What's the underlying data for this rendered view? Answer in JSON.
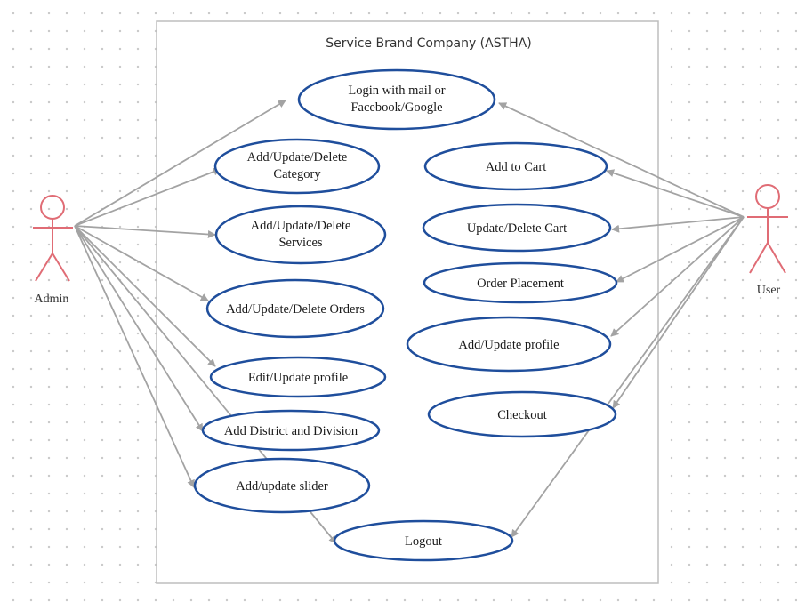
{
  "system": {
    "title": "Service Brand Company (ASTHA)"
  },
  "colors": {
    "usecase_stroke": "#1f4e9c",
    "actor_stroke": "#e06c75",
    "connector": "#a3a3a3"
  },
  "actors": {
    "admin": {
      "label": "Admin"
    },
    "user": {
      "label": "User"
    }
  },
  "use_cases": {
    "login": [
      "Login with mail or",
      "Facebook/Google"
    ],
    "category": [
      "Add/Update/Delete",
      "Category"
    ],
    "services": [
      "Add/Update/Delete",
      "Services"
    ],
    "orders": [
      "Add/Update/Delete Orders"
    ],
    "admin_profile": [
      "Edit/Update profile"
    ],
    "district": [
      "Add District and Division"
    ],
    "slider": [
      "Add/update slider"
    ],
    "logout": [
      "Logout"
    ],
    "add_cart": [
      "Add to Cart"
    ],
    "update_cart": [
      "Update/Delete Cart"
    ],
    "order_placement": [
      "Order Placement"
    ],
    "user_profile": [
      "Add/Update profile"
    ],
    "checkout": [
      "Checkout"
    ]
  },
  "associations": [
    {
      "from": "admin",
      "to": "login"
    },
    {
      "from": "admin",
      "to": "category"
    },
    {
      "from": "admin",
      "to": "services"
    },
    {
      "from": "admin",
      "to": "orders"
    },
    {
      "from": "admin",
      "to": "admin_profile"
    },
    {
      "from": "admin",
      "to": "district"
    },
    {
      "from": "admin",
      "to": "slider"
    },
    {
      "from": "admin",
      "to": "logout"
    },
    {
      "from": "user",
      "to": "login"
    },
    {
      "from": "user",
      "to": "add_cart"
    },
    {
      "from": "user",
      "to": "update_cart"
    },
    {
      "from": "user",
      "to": "order_placement"
    },
    {
      "from": "user",
      "to": "user_profile"
    },
    {
      "from": "user",
      "to": "checkout"
    },
    {
      "from": "user",
      "to": "logout"
    }
  ]
}
